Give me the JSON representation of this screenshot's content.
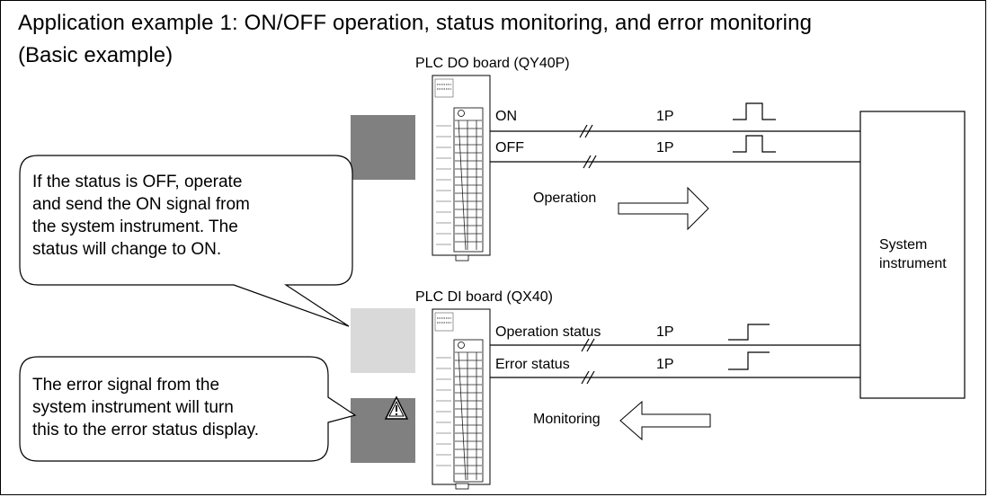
{
  "title": {
    "line1": "Application example 1: ON/OFF operation, status monitoring, and error monitoring",
    "line2": "(Basic example)"
  },
  "do_board": {
    "label": "PLC DO board (QY40P)",
    "signals": [
      {
        "name": "ON",
        "count": "1P"
      },
      {
        "name": "OFF",
        "count": "1P"
      }
    ],
    "arrow_label": "Operation"
  },
  "di_board": {
    "label": "PLC DI board (QX40)",
    "signals": [
      {
        "name": "Operation status",
        "count": "1P"
      },
      {
        "name": "Error status",
        "count": "1P"
      }
    ],
    "arrow_label": "Monitoring"
  },
  "system_instrument": {
    "line1": "System",
    "line2": "instrument"
  },
  "callout_top": {
    "lines": [
      "If the status is OFF, operate",
      "and send the ON signal from",
      "the system instrument. The",
      "status will change to ON."
    ]
  },
  "callout_bottom": {
    "lines": [
      "The error signal from the",
      "system instrument will turn",
      "this to the error status display."
    ]
  },
  "status_squares": {
    "top_color": "#808080",
    "middle_color": "#d9d9d9",
    "bottom_color": "#808080"
  },
  "icons": {
    "warning": "warning-triangle-icon"
  }
}
